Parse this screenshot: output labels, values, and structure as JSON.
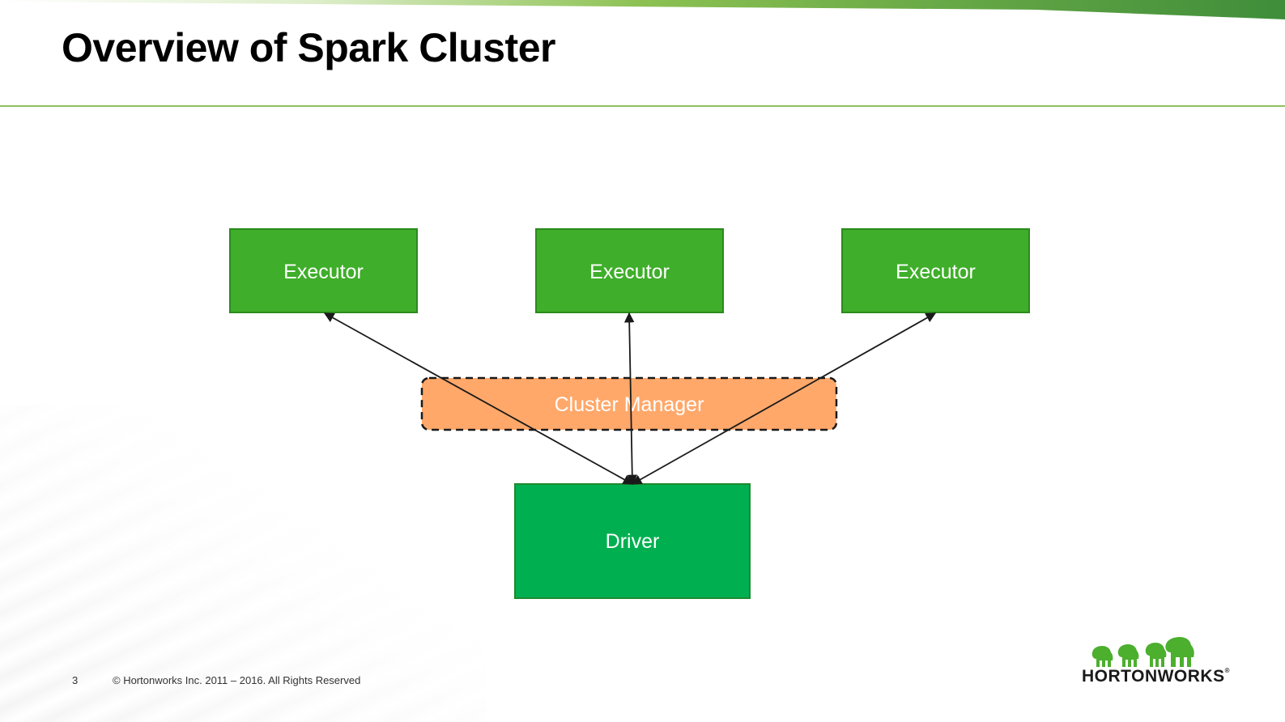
{
  "slide": {
    "title": "Overview of Spark Cluster",
    "page_number": "3",
    "copyright": "© Hortonworks Inc. 2011 – 2016. All Rights Reserved"
  },
  "logo": {
    "text": "HORTONWORKS",
    "icon": "elephant-herd-icon",
    "color": "#4caf2e"
  },
  "diagram": {
    "executors": [
      {
        "label": "Executor"
      },
      {
        "label": "Executor"
      },
      {
        "label": "Executor"
      }
    ],
    "cluster_manager": {
      "label": "Cluster Manager"
    },
    "driver": {
      "label": "Driver"
    }
  },
  "colors": {
    "executor_fill": "#3fae2a",
    "executor_border": "#2b8a1e",
    "driver_fill": "#00b050",
    "driver_border": "#1d8a2f",
    "cluster_manager_fill": "#ffa86a",
    "cluster_manager_border": "#1a1a1a",
    "accent_green": "#8fc15e",
    "band_green_dark": "#3f8d3a"
  }
}
